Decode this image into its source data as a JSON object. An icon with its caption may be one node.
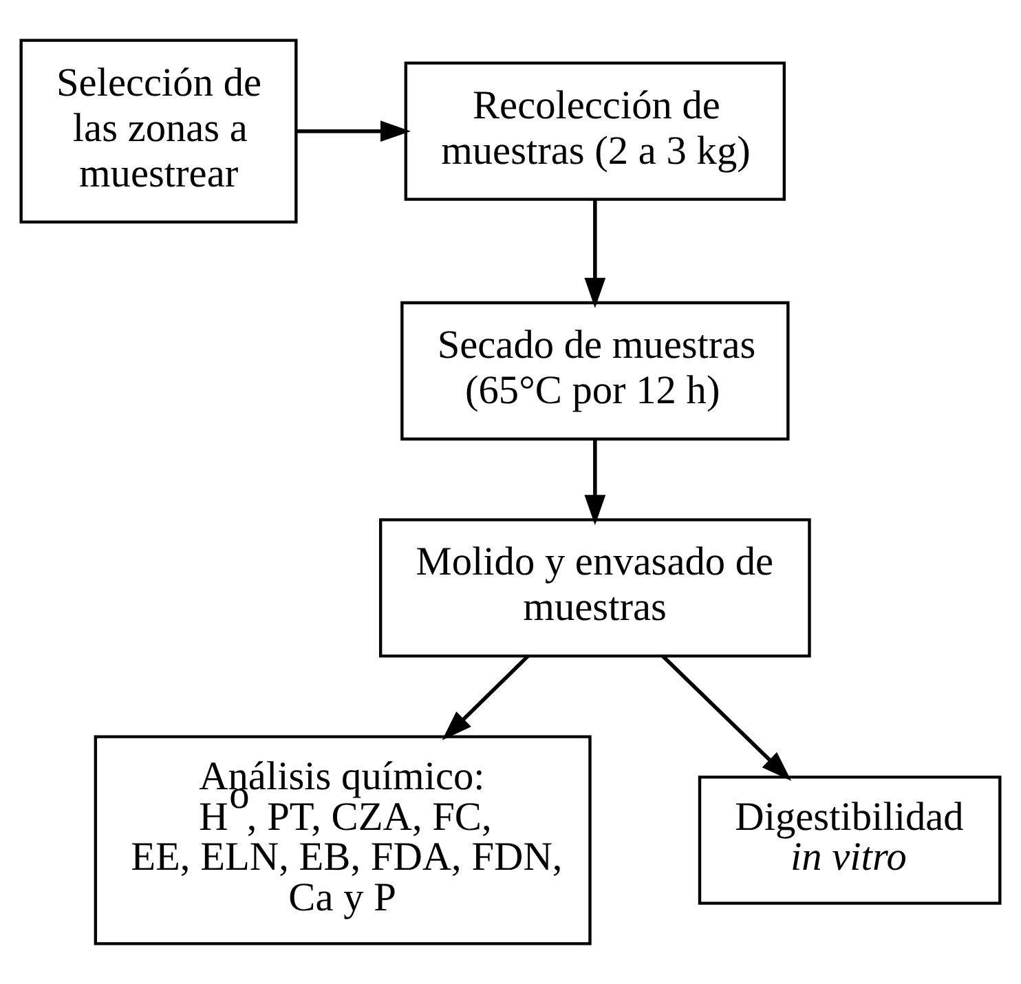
{
  "diagram": {
    "nodes": [
      {
        "text": [
          "Selección de las zonas a muestrear"
        ]
      },
      {
        "text": [
          "Recolección de muestras (2 a 3 kg)"
        ]
      },
      {
        "text": [
          "Secado de muestras (65°C por 12 h)"
        ]
      },
      {
        "text": [
          "Molido y envasado de muestras"
        ]
      },
      {
        "text": [
          "Análisis químico: H$^{o}$, PT, CZA, FC, EE, ELN, EB, FDA, FDN, Ca y P"
        ]
      },
      {
        "text": [
          "Digestibilidad *in vitro*"
        ]
      }
    ],
    "edges": [
      {
        "from": 0,
        "to": 1,
        "arrow": "to"
      },
      {
        "from": 1,
        "to": 2,
        "arrow": "to"
      },
      {
        "from": 2,
        "to": 3,
        "arrow": "to"
      },
      {
        "from": 3,
        "to": 4,
        "arrow": "to"
      },
      {
        "from": 3,
        "to": 5,
        "arrow": "to"
      }
    ]
  }
}
